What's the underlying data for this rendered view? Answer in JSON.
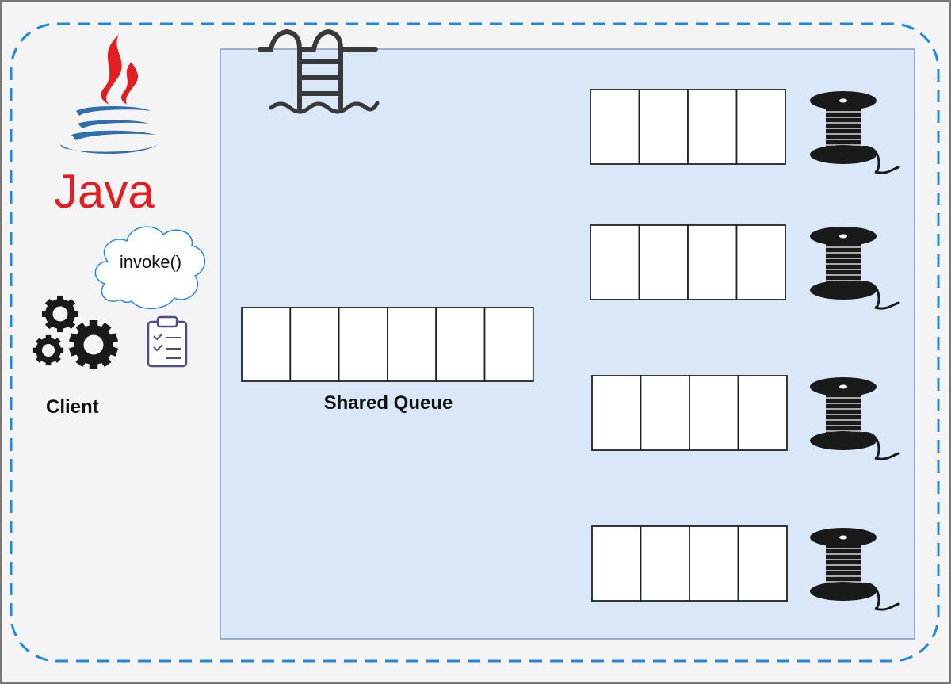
{
  "labels": {
    "java_logo_text": "Java",
    "invoke_bubble": "invoke()",
    "client": "Client",
    "shared_queue": "Shared Queue"
  },
  "shared_queue": {
    "slots": 6
  },
  "worker_queues": [
    {
      "slots": 4
    },
    {
      "slots": 4
    },
    {
      "slots": 4
    },
    {
      "slots": 4
    }
  ],
  "icons": {
    "logo": "java-logo",
    "pool": "swimming-pool-ladder-icon",
    "client": "gears-icon",
    "task": "clipboard-checklist-icon",
    "thread": "thread-spool-icon"
  },
  "colors": {
    "canvas_bg": "#f4f4f5",
    "outer_border": "#777777",
    "dashed_boundary": "#1e88e5",
    "pool_fill": "#d9e7f9",
    "pool_border": "#7a9cc6",
    "java_red": "#e11f22",
    "java_blue": "#2f6fb0",
    "bubble_border": "#1e88e5",
    "clipboard": "#4a4d8c",
    "icon_dark": "#1a1a1a",
    "queue_cell": "#ffffff"
  }
}
